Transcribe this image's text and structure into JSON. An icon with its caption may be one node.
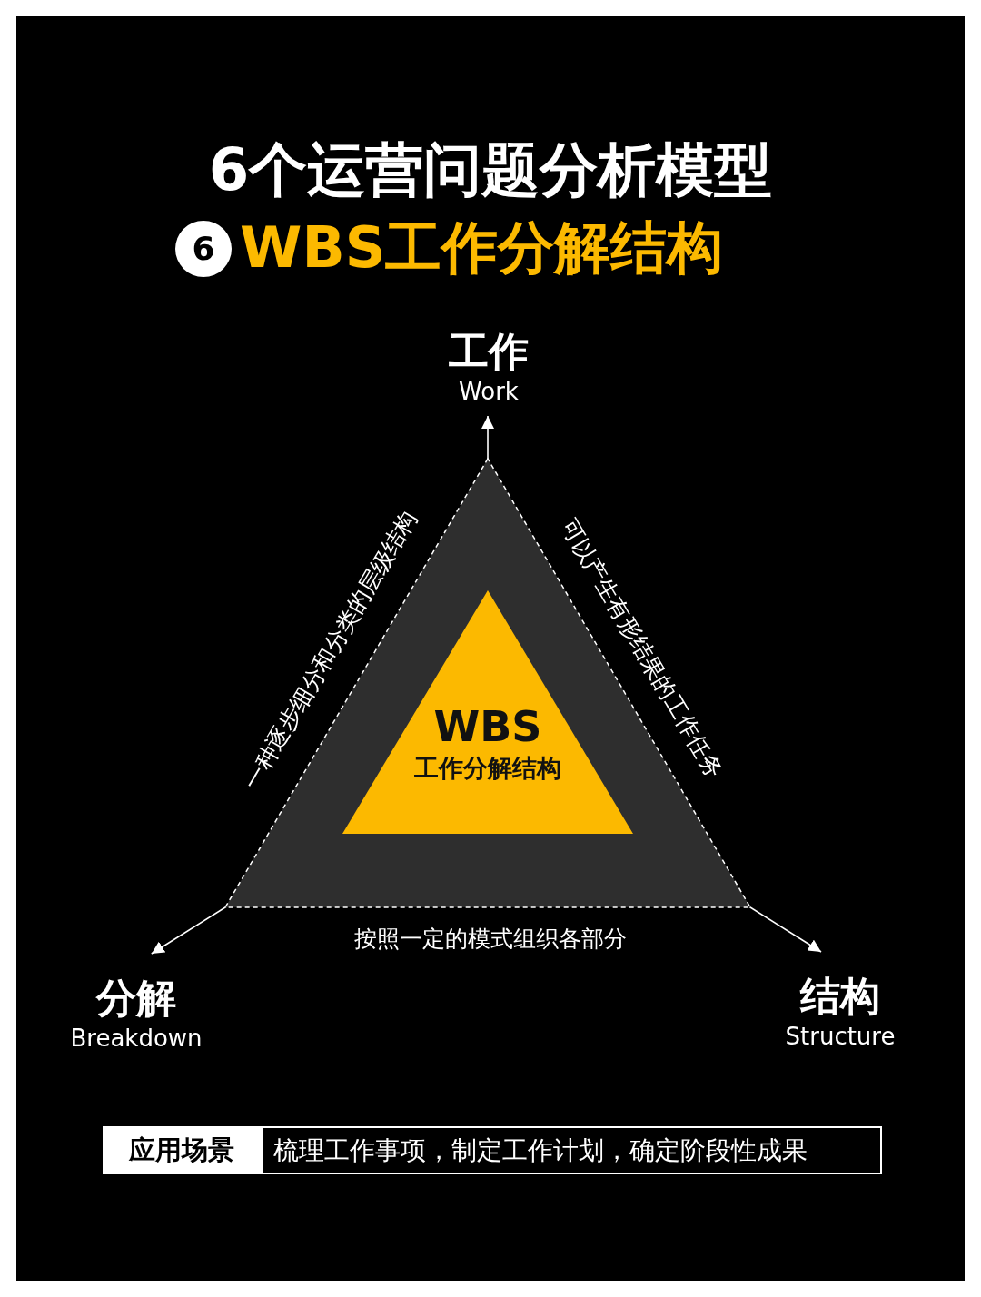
{
  "diagram": {
    "title": "6个运营问题分析模型",
    "nodes": [
      {
        "text": [],
        "shape": "triangle"
      },
      {
        "text": [
          "WBS",
          "工作分解结构"
        ],
        "in": 0
      },
      {
        "text": [
          "工作",
          "Work"
        ]
      },
      {
        "text": [
          "分解",
          "Breakdown"
        ]
      },
      {
        "text": [
          "结构",
          "Structure"
        ]
      }
    ],
    "edges": [
      {
        "from": 1,
        "to": 2,
        "arrow": "to"
      },
      {
        "from": 1,
        "to": 3,
        "arrow": "to"
      },
      {
        "from": 1,
        "to": 4,
        "arrow": "to"
      }
    ],
    "labels": [
      "6",
      "WBS工作分解结构",
      "一种逐步细分和分类的层级结构",
      "可以产生有形结果的工作任务",
      "按照一定的模式组织各部分",
      "应用场景",
      "梳理工作事项，制定工作计划，确定阶段性成果"
    ]
  }
}
